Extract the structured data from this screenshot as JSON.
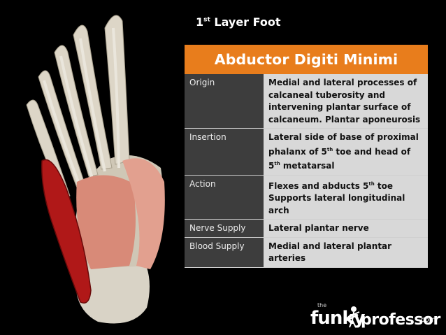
{
  "slide": {
    "layer_title_prefix": "1",
    "layer_title_sup": "st",
    "layer_title_suffix": " Layer Foot"
  },
  "card": {
    "title": "Abductor Digiti Minimi",
    "colors": {
      "header": "#e87d1c",
      "label_bg": "#3d3d3d",
      "value_bg": "#d8d8d8",
      "muscle": "#b01818"
    },
    "rows": [
      {
        "label": "Origin",
        "value": "Medial and lateral processes of calcaneal tuberosity and intervening plantar surface of calcaneum. Plantar aponeurosis"
      },
      {
        "label": "Insertion",
        "value_p1": "Lateral side of base of proximal phalanx of 5",
        "value_sup1": "th",
        "value_p2": " toe and head of 5",
        "value_sup2": "th",
        "value_p3": " metatarsal"
      },
      {
        "label": "Action",
        "value_p1": "Flexes and abducts 5",
        "value_sup1": "th",
        "value_p2": " toe",
        "value_line2": "Supports lateral longitudinal arch"
      },
      {
        "label": "Nerve Supply",
        "value": "Lateral plantar nerve"
      },
      {
        "label": "Blood Supply",
        "value": "Medial and lateral plantar arteries"
      }
    ]
  },
  "logo": {
    "the": "the",
    "funky": "funky",
    "professor": "professor",
    "com": ".com"
  }
}
